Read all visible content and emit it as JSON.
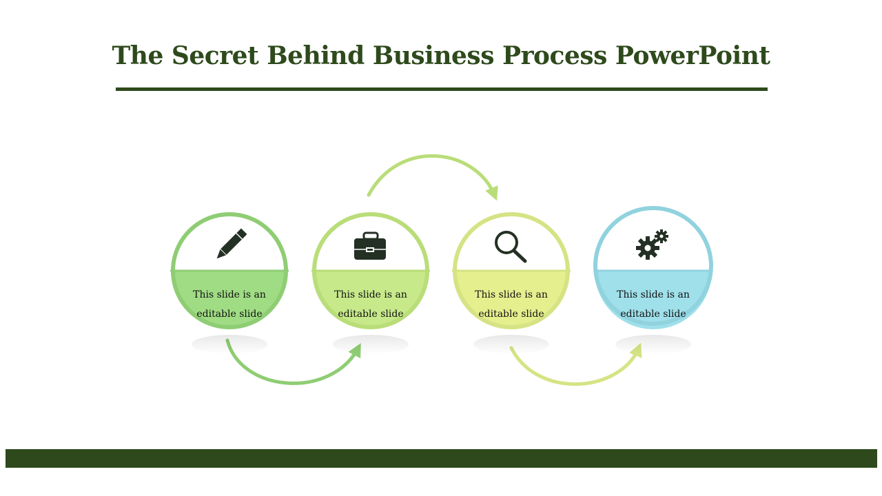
{
  "title": "The Secret Behind Business Process PowerPoint",
  "colors": {
    "title": "#2e4a1c",
    "rule": "#2e4a1c",
    "footer": "#2e4a1c",
    "icon": "#243024"
  },
  "steps": [
    {
      "icon": "pencil-icon",
      "text_line1": "This slide is an",
      "text_line2": "editable slide",
      "ring": "#8fcd74",
      "fill": "#a0dc84"
    },
    {
      "icon": "briefcase-icon",
      "text_line1": "This slide is an",
      "text_line2": "editable slide",
      "ring": "#b9dd78",
      "fill": "#c7e98a"
    },
    {
      "icon": "magnifier-icon",
      "text_line1": "This slide is an",
      "text_line2": "editable slide",
      "ring": "#d6e384",
      "fill": "#e5ef8e"
    },
    {
      "icon": "gears-icon",
      "text_line1": "This slide is an",
      "text_line2": "editable slide",
      "ring": "#90d2de",
      "fill": "#9fe0ea"
    }
  ],
  "connectors": [
    {
      "from": 1,
      "to": 2,
      "color": "#8fcd74"
    },
    {
      "from": 2,
      "to": 3,
      "color": "#b9dd78"
    },
    {
      "from": 3,
      "to": 4,
      "color": "#d6e384"
    }
  ]
}
